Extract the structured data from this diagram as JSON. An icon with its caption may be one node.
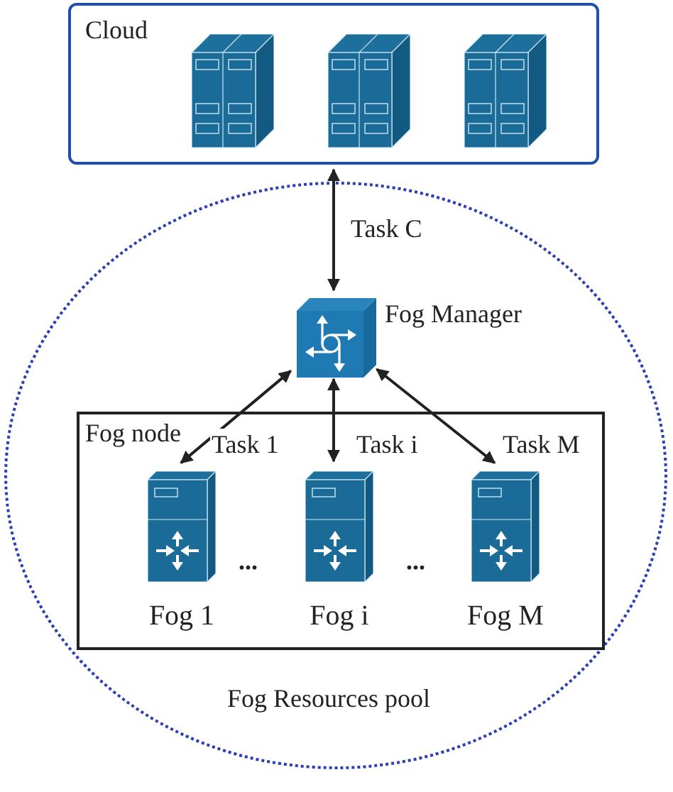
{
  "diagram": {
    "nodes": [
      {
        "text": [
          "Cloud"
        ]
      },
      {
        "text": [
          "Fog Resources pool"
        ]
      },
      {
        "text": [
          "Fog Manager"
        ],
        "in": 1
      },
      {
        "text": [
          "Fog node"
        ],
        "in": 1
      },
      {
        "text": [
          "Fog 1"
        ],
        "in": 3
      },
      {
        "text": [
          "Fog i"
        ],
        "in": 3
      },
      {
        "text": [
          "Fog M"
        ],
        "in": 3
      }
    ],
    "edges": [
      {
        "from": 2,
        "to": 0,
        "arrow": "both",
        "label": "Task C"
      },
      {
        "from": 2,
        "to": 4,
        "arrow": "both",
        "label": "Task 1"
      },
      {
        "from": 2,
        "to": 5,
        "arrow": "both",
        "label": "Task i"
      },
      {
        "from": 2,
        "to": 6,
        "arrow": "both",
        "label": "Task M"
      }
    ],
    "labels": [
      "...",
      "..."
    ]
  }
}
